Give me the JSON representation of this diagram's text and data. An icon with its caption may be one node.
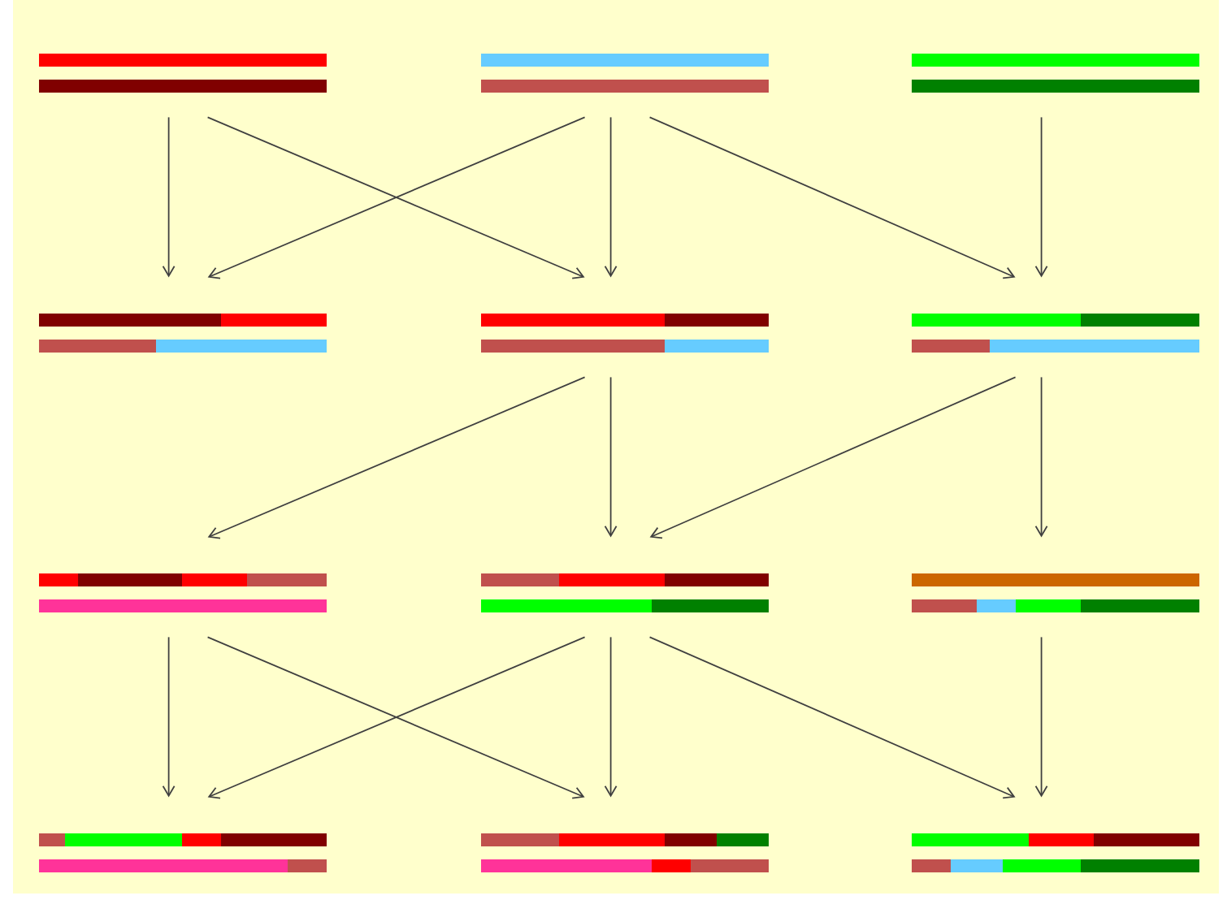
{
  "diagram": {
    "nodes": [
      {
        "text": [],
        "shape": "bar"
      },
      {
        "text": [],
        "shape": "bar"
      },
      {
        "text": [],
        "shape": "bar"
      },
      {
        "text": [],
        "shape": "bar"
      },
      {
        "text": [],
        "shape": "bar"
      },
      {
        "text": [],
        "shape": "bar"
      },
      {
        "text": [],
        "shape": "bar"
      },
      {
        "text": [],
        "shape": "bar"
      },
      {
        "text": [],
        "shape": "bar"
      },
      {
        "text": [],
        "shape": "bar"
      },
      {
        "text": [],
        "shape": "bar"
      },
      {
        "text": [],
        "shape": "bar"
      }
    ],
    "edges": [
      {
        "from": 0,
        "to": 3,
        "arrow": "to"
      },
      {
        "from": 0,
        "to": 4,
        "arrow": "to"
      },
      {
        "from": 1,
        "to": 3,
        "arrow": "to"
      },
      {
        "from": 1,
        "to": 4,
        "arrow": "to"
      },
      {
        "from": 1,
        "to": 5,
        "arrow": "to"
      },
      {
        "from": 2,
        "to": 5,
        "arrow": "to"
      },
      {
        "from": 4,
        "to": 6,
        "arrow": "to"
      },
      {
        "from": 4,
        "to": 7,
        "arrow": "to"
      },
      {
        "from": 5,
        "to": 7,
        "arrow": "to"
      },
      {
        "from": 5,
        "to": 8,
        "arrow": "to"
      },
      {
        "from": 6,
        "to": 9,
        "arrow": "to"
      },
      {
        "from": 6,
        "to": 10,
        "arrow": "to"
      },
      {
        "from": 7,
        "to": 9,
        "arrow": "to"
      },
      {
        "from": 7,
        "to": 10,
        "arrow": "to"
      },
      {
        "from": 7,
        "to": 11,
        "arrow": "to"
      },
      {
        "from": 8,
        "to": 11,
        "arrow": "to"
      }
    ]
  }
}
